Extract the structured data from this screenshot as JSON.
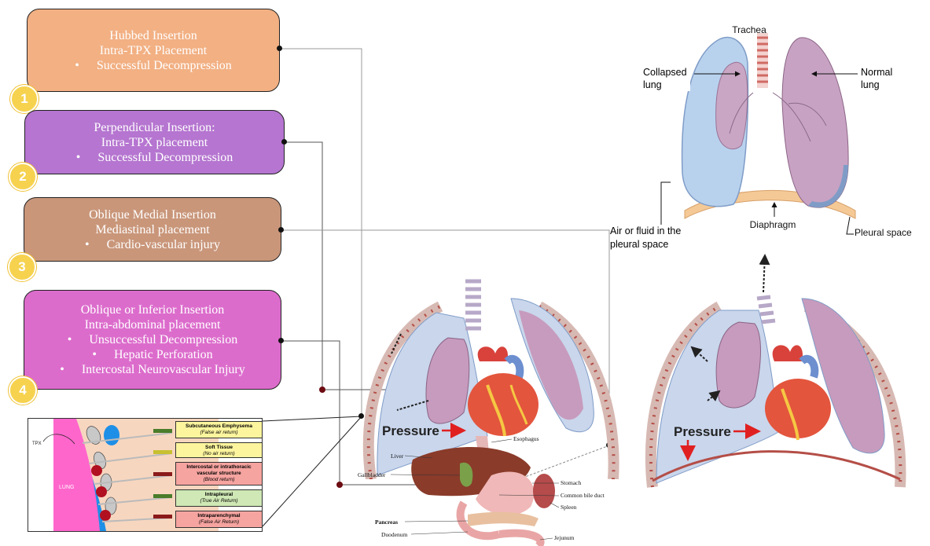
{
  "boxes": [
    {
      "number": "1",
      "color": "#f2b083",
      "lines": [
        "Hubbed Insertion",
        "Intra-TPX Placement"
      ],
      "bullets": [
        "Successful Decompression"
      ]
    },
    {
      "number": "2",
      "color": "#b575d0",
      "lines": [
        "Perpendicular Insertion:",
        "Intra-TPX placement"
      ],
      "bullets": [
        "Successful Decompression"
      ]
    },
    {
      "number": "3",
      "color": "#c9967a",
      "lines": [
        "Oblique Medial Insertion",
        "Mediastinal placement"
      ],
      "bullets": [
        "Cardio-vascular injury"
      ]
    },
    {
      "number": "4",
      "color": "#dc6ccc",
      "lines": [
        "Oblique or Inferior Insertion",
        "Intra-abdominal placement"
      ],
      "bullets": [
        "Unsuccessful Decompression",
        "Hepatic Perforation",
        "Intercostal Neurovascular Injury"
      ]
    }
  ],
  "inset": {
    "tpx_label": "TPX",
    "lung_label": "LUNG",
    "layers": [
      {
        "title": "Subcutaneous Emphysema",
        "note": "(False air return)",
        "color": "#fdf59e"
      },
      {
        "title": "Soft Tissue",
        "note": "(No air return)",
        "color": "#fdf59e"
      },
      {
        "title": "Intercostal or intrathoracic vascular structure",
        "note": "(Blood return)",
        "color": "#f6a4a0"
      },
      {
        "title": "Intrapleural",
        "note": "(True Air Return)",
        "color": "#cfe8b5"
      },
      {
        "title": "Intraparenchymal",
        "note": "(False Air Return)",
        "color": "#f6a4a0"
      }
    ]
  },
  "lungs_diagram": {
    "trachea": "Trachea",
    "collapsed": "Collapsed lung",
    "normal": "Normal lung",
    "air_fluid": "Air or fluid in the pleural space",
    "diaphragm": "Diaphragm",
    "pleural_space": "Pleural space"
  },
  "chest_left": {
    "pressure": "Pressure"
  },
  "chest_right": {
    "pressure": "Pressure"
  },
  "abdomen": {
    "liver": "Liver",
    "gallbladder": "Gallbladder",
    "esophagus": "Esophagus",
    "stomach": "Stomach",
    "bile_duct": "Common bile duct",
    "spleen": "Spleen",
    "pancreas": "Pancreas",
    "duodenum": "Duodenum",
    "jejunum": "Jejunum"
  },
  "colors": {
    "lung_blue": "#c9d6ec",
    "lung_pink": "#c79bbd",
    "rib_red": "#c9514a",
    "heart_red": "#d8423b",
    "liver": "#8a3b2a"
  }
}
